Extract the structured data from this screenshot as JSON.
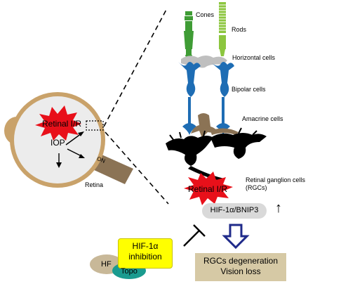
{
  "labels": {
    "cones": "Cones",
    "rods": "Rods",
    "horizontal": "Horizontal cells",
    "bipolar": "Bipolar cells",
    "amacrine": "Amacrine cells",
    "rgc_line1": "Retinal ganglion cells",
    "rgc_line2": "(RGCs)",
    "retina": "Retina",
    "on": "ON",
    "iop": "IOP"
  },
  "bursts": {
    "top": "Retinal I/R",
    "bottom": "Retinal I/R"
  },
  "pathway": {
    "hif_bnip3": "HIF-1α/BNIP3",
    "up_arrow": "↑",
    "inhibition_line1": "HIF-1α",
    "inhibition_line2": "inhibition",
    "degeneration_line1": "RGCs degeneration",
    "degeneration_line2": "Vision loss",
    "hf": "HF",
    "topo": "Topo"
  },
  "colors": {
    "burst_red": "#e8101a",
    "cone_green": "#3f9c35",
    "rod_green": "#8cc63f",
    "bipolar_blue": "#1e6db4",
    "amacrine_brown": "#8b7355",
    "optic_nerve": "#8b7355",
    "eye_rim": "#c9a26a",
    "yellow_box": "#ffff00",
    "tan_box": "#d6c9a5",
    "navy_arrow": "#1f2a8a",
    "teal": "#1a9b8f"
  }
}
